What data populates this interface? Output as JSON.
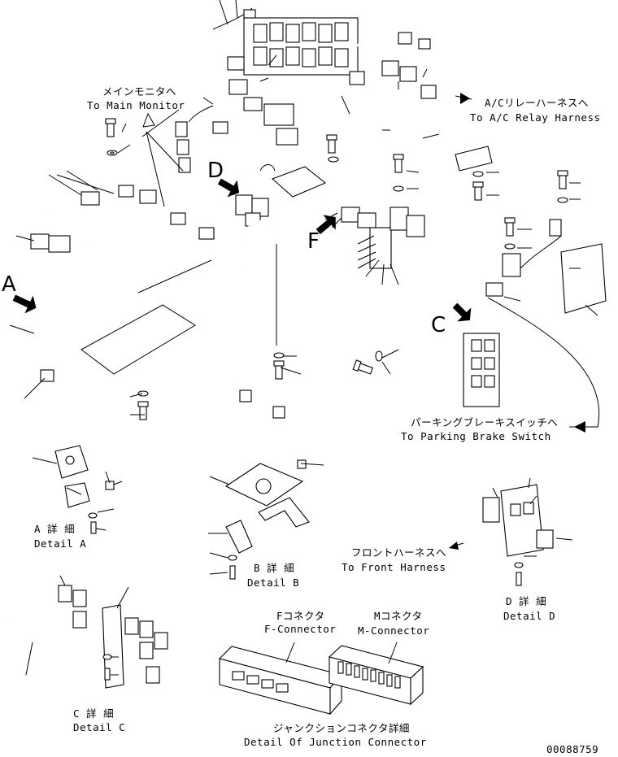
{
  "callouts": {
    "main_monitor_jp": "メインモニタへ",
    "main_monitor_en": "To Main Monitor",
    "ac_relay_jp": "A/Cリレーハーネスへ",
    "ac_relay_en": "To A/C Relay Harness",
    "parking_brake_jp": "パーキングブレーキスイッチへ",
    "parking_brake_en": "To Parking Brake Switch",
    "front_harness_jp": "フロントハーネスへ",
    "front_harness_en": "To Front Harness",
    "f_connector_jp": "Fコネクタ",
    "f_connector_en": "F-Connector",
    "m_connector_jp": "Mコネクタ",
    "m_connector_en": "M-Connector",
    "junction_jp": "ジャンクションコネクタ詳細",
    "junction_en": "Detail Of Junction Connector"
  },
  "view_letters": {
    "a": "A",
    "c": "C",
    "d": "D",
    "f": "F"
  },
  "details": {
    "a_jp": "A 詳 細",
    "a_en": "Detail A",
    "b_jp": "B 詳 細",
    "b_en": "Detail B",
    "c_jp": "C 詳 細",
    "c_en": "Detail C",
    "d_jp": "D 詳 細",
    "d_en": "Detail D"
  },
  "drawing_number": "00088759"
}
